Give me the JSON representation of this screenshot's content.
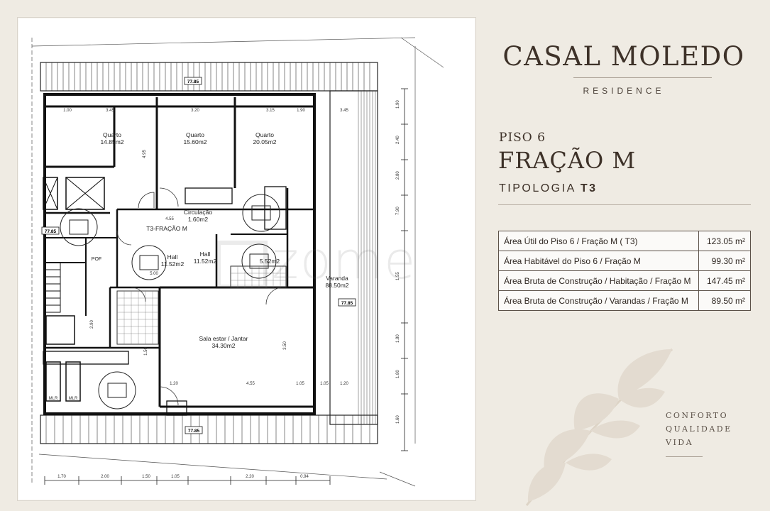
{
  "brand": {
    "title": "CASAL MOLEDO",
    "subtitle": "RESIDENCE"
  },
  "unit": {
    "floor": "PISO 6",
    "fraction": "FRAÇÃO M",
    "typology_label": "TIPOLOGIA",
    "typology_value": "T3"
  },
  "areas": [
    {
      "label": "Área Útil do Piso 6 / Fração M ( T3)",
      "value": "123.05 m²"
    },
    {
      "label": "Área Habitável do Piso 6 / Fração M",
      "value": "99.30 m²"
    },
    {
      "label": "Área Bruta de Construção / Habitação / Fração M",
      "value": "147.45 m²"
    },
    {
      "label": "Área Bruta de Construção / Varandas / Fração M",
      "value": "89.50 m²"
    }
  ],
  "tagline": [
    "CONFORTO",
    "QUALIDADE",
    "VIDA"
  ],
  "watermark": "zome",
  "plan": {
    "rooms": [
      {
        "name": "Quarto",
        "area": "14.85m2"
      },
      {
        "name": "Quarto",
        "area": "15.60m2"
      },
      {
        "name": "Quarto",
        "area": "20.05m2"
      },
      {
        "name": "Circulação",
        "area": "1.60m2"
      },
      {
        "name": "T3-FRAÇÃO M",
        "area": ""
      },
      {
        "name": "Hall",
        "area": "11.52m2"
      },
      {
        "name": "Hall",
        "area": "11.52m2"
      },
      {
        "name": "",
        "area": "5.52m2"
      },
      {
        "name": "Varanda",
        "area": "88.50m2"
      },
      {
        "name": "Sala estar / Jantar",
        "area": "34.30m2"
      },
      {
        "name": "POF",
        "area": ""
      }
    ],
    "level_tags": [
      "77.85",
      "77.85",
      "77.85",
      "77.85"
    ],
    "top_dims": [
      "1.00",
      "3.45",
      "3.20",
      "3.15",
      "1.90",
      "3.45"
    ],
    "inner_dims": [
      "4.55",
      "1.20",
      "4.55",
      "1.05",
      "1.05",
      "1.20"
    ],
    "bottom_dims": [
      "1.70",
      "2.00",
      "1.50",
      "1.05",
      "2.20",
      "0.94"
    ],
    "side_dims": [
      "1.90",
      "2.40",
      "2.80",
      "7.90",
      "1.55",
      "1.80",
      "1.80",
      "1.60"
    ],
    "misc_marks": [
      "MLR",
      "MLR",
      "5.00",
      "3.50",
      "1.50",
      "4.95",
      "2.90"
    ]
  },
  "colors": {
    "background": "#efebe3",
    "text": "#3d3128",
    "plan_line": "#222222"
  }
}
